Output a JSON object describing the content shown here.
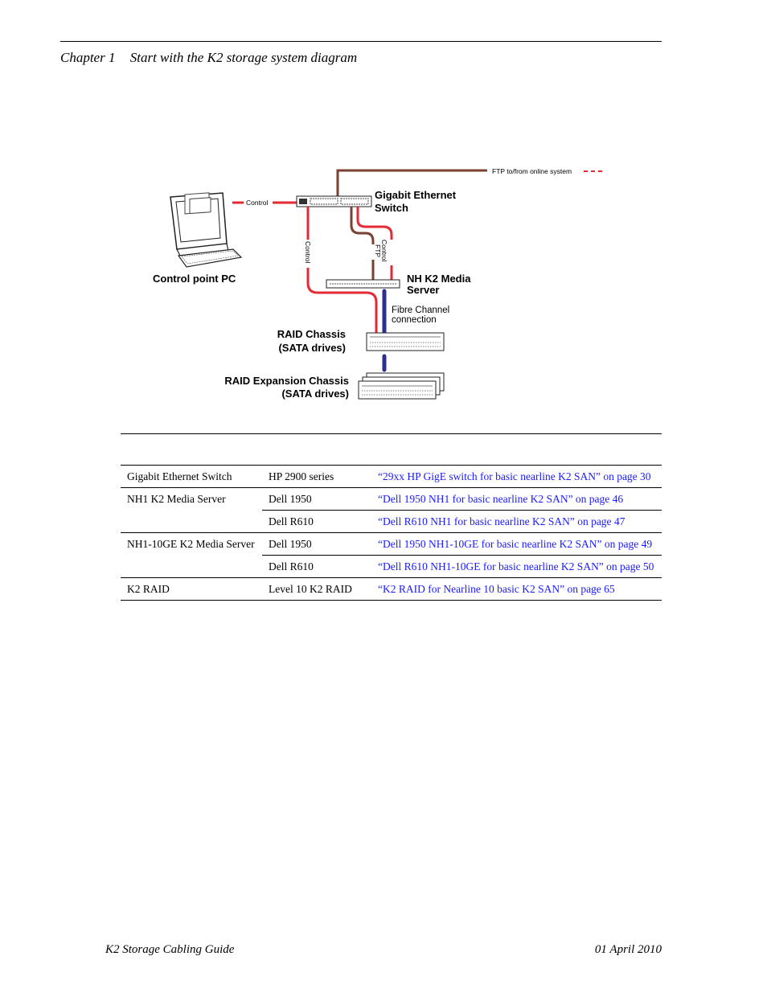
{
  "header": {
    "chapter": "Chapter 1",
    "title": "Start with the K2 storage system diagram"
  },
  "diagram": {
    "ftp_online": "FTP to/from online system",
    "control_left": "Control",
    "switch_label_1": "Gigabit Ethernet",
    "switch_label_2": "Switch",
    "control_vertical": "Control",
    "ftp_vertical": "FTP",
    "control_vertical_2": "Control",
    "pc_label": "Control point PC",
    "server_label_1": "NH K2 Media",
    "server_label_2": "Server",
    "fc_label_1": "Fibre Channel",
    "fc_label_2": "connection",
    "raid_label_1": "RAID Chassis",
    "raid_label_2": "(SATA drives)",
    "exp_label_1": "RAID Expansion Chassis",
    "exp_label_2": "(SATA drives)",
    "colors": {
      "control": "#e32a35",
      "ftp": "#7a4032",
      "fibre": "#2b2f8f"
    }
  },
  "table": {
    "rows": [
      {
        "component": "Gigabit Ethernet Switch",
        "model": "HP 2900 series",
        "ref": "“29xx HP GigE switch for basic nearline K2 SAN” on page 30"
      },
      {
        "component": "NH1 K2 Media Server",
        "model": "Dell 1950",
        "ref": "“Dell 1950 NH1 for basic nearline K2 SAN” on page 46"
      },
      {
        "component": "",
        "model": "Dell R610",
        "ref": "“Dell R610 NH1 for basic nearline K2 SAN” on page 47"
      },
      {
        "component": "NH1-10GE K2 Media Server",
        "model": "Dell 1950",
        "ref": "“Dell 1950 NH1-10GE for basic nearline K2 SAN” on page 49"
      },
      {
        "component": "",
        "model": "Dell R610",
        "ref": "“Dell R610 NH1-10GE for basic nearline K2 SAN” on page 50"
      },
      {
        "component": "K2 RAID",
        "model": "Level 10 K2 RAID",
        "ref": "“K2 RAID for Nearline 10 basic K2 SAN” on page 65"
      }
    ]
  },
  "footer": {
    "left": "K2 Storage Cabling Guide",
    "right": "01 April 2010"
  }
}
